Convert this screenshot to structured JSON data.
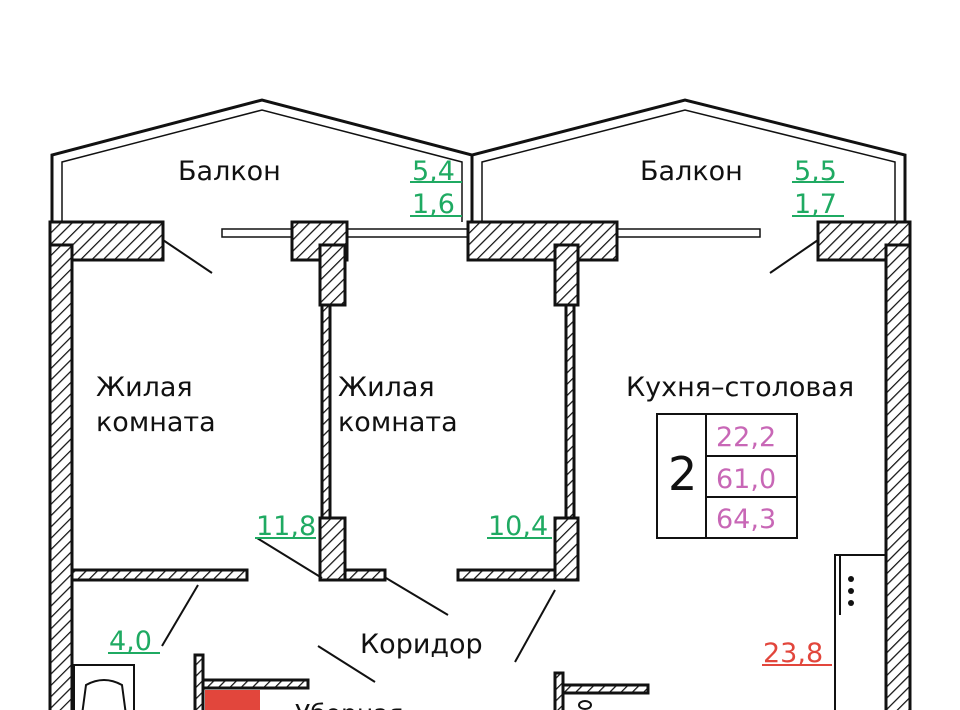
{
  "rooms": {
    "balcony_left": {
      "label": "Балкон",
      "area_top": "5,4",
      "area_bottom": "1,6"
    },
    "balcony_right": {
      "label": "Балкон",
      "area_top": "5,5",
      "area_bottom": "1,7"
    },
    "living_room_1": {
      "label_line1": "Жилая",
      "label_line2": "комната",
      "area": "11,8"
    },
    "living_room_2": {
      "label_line1": "Жилая",
      "label_line2": "комната",
      "area": "10,4"
    },
    "kitchen": {
      "label": "Кухня–столовая",
      "area": "23,8"
    },
    "corridor": {
      "label": "Коридор"
    },
    "bathroom": {
      "area": "4,0"
    },
    "toilet": {
      "label": "Уборная"
    }
  },
  "summary": {
    "rooms_count": "2",
    "living_area": "22,2",
    "total_area": "61,0",
    "total_area_with_balcony": "64,3"
  },
  "colors": {
    "area": "#1faa62",
    "summary": "#c867b6",
    "kitchen_area": "#e2463c"
  }
}
